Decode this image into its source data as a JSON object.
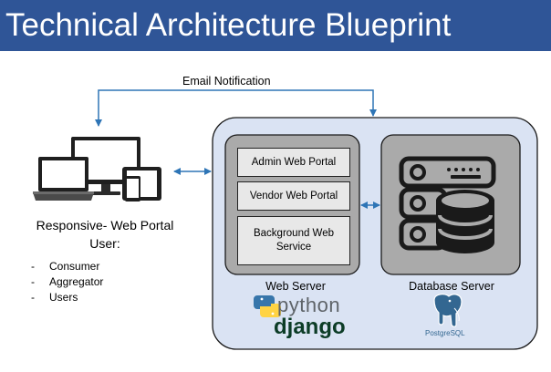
{
  "title": "Technical Architecture Blueprint",
  "email_notification": "Email Notification",
  "portal": {
    "title_line1": "Responsive- Web Portal",
    "title_line2": "User:",
    "users": [
      "Consumer",
      "Aggregator",
      "Users"
    ],
    "bullet": "-"
  },
  "web_server": {
    "label": "Web Server",
    "components": [
      "Admin Web Portal",
      "Vendor Web Portal",
      "Background Web Service"
    ]
  },
  "database_server": {
    "label": "Database Server"
  },
  "tech_logos": {
    "python": "python",
    "django": "django",
    "postgresql": "PostgreSQL"
  },
  "colors": {
    "title_bar": "#2f5597",
    "outer_panel": "#dae3f3",
    "server_panel": "#aaaaaa",
    "component_box": "#e8e8e8",
    "connector": "#2e75b6"
  },
  "icons": [
    "devices-icon",
    "database-server-icon",
    "python-logo",
    "django-logo",
    "postgresql-elephant-logo"
  ]
}
